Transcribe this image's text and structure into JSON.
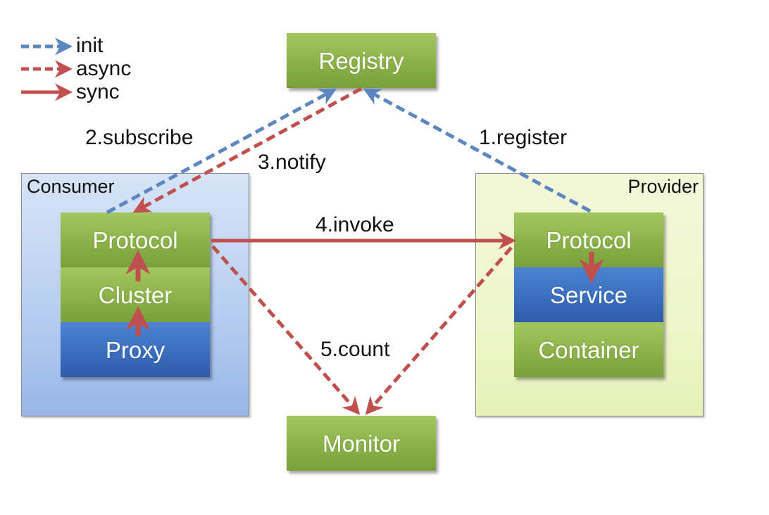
{
  "legend": [
    {
      "label": "init",
      "style": "dashed",
      "color": "#5b86c0"
    },
    {
      "label": "async",
      "style": "dashed",
      "color": "#c0504d"
    },
    {
      "label": "sync",
      "style": "solid",
      "color": "#c0504d"
    }
  ],
  "nodes": {
    "registry": "Registry",
    "monitor": "Monitor",
    "consumer": {
      "title": "Consumer",
      "layers": [
        "Protocol",
        "Cluster",
        "Proxy"
      ]
    },
    "provider": {
      "title": "Provider",
      "layers": [
        "Protocol",
        "Service",
        "Container"
      ]
    }
  },
  "edges": [
    {
      "label": "1.register",
      "from": "provider.protocol",
      "to": "registry",
      "kind": "init"
    },
    {
      "label": "2.subscribe",
      "from": "consumer.protocol",
      "to": "registry",
      "kind": "init"
    },
    {
      "label": "3.notify",
      "from": "registry",
      "to": "consumer.protocol",
      "kind": "async"
    },
    {
      "label": "4.invoke",
      "from": "consumer.protocol",
      "to": "provider.protocol",
      "kind": "sync"
    },
    {
      "label": "5.count",
      "from": "consumer.protocol",
      "to": "monitor",
      "kind": "async"
    },
    {
      "label": "",
      "from": "provider.protocol",
      "to": "monitor",
      "kind": "async"
    }
  ],
  "colors": {
    "init": "#5b86c0",
    "async": "#c0504d",
    "sync": "#c0504d",
    "green_box": "#8fb64c",
    "blue_box": "#3c70c0"
  }
}
